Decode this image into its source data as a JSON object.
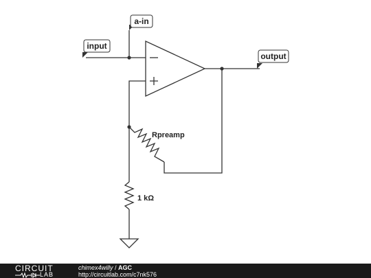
{
  "diagram": {
    "net_labels": {
      "a_in": "a-in",
      "input": "input",
      "output": "output"
    },
    "opamp": {
      "inverting_symbol": "−",
      "noninverting_symbol": "+"
    },
    "components": {
      "rpreamp_label": "Rpreamp",
      "resistor_label": "1 kΩ"
    }
  },
  "footer": {
    "brand_top": "CIRCUIT",
    "brand_bottom": "LAB",
    "author": "chimex4willy",
    "separator": " / ",
    "title": "AGC",
    "url": "http://circuitlab.com/c7nk576"
  },
  "colors": {
    "wire": "#333333",
    "footer_bg": "#1a1a1a"
  }
}
